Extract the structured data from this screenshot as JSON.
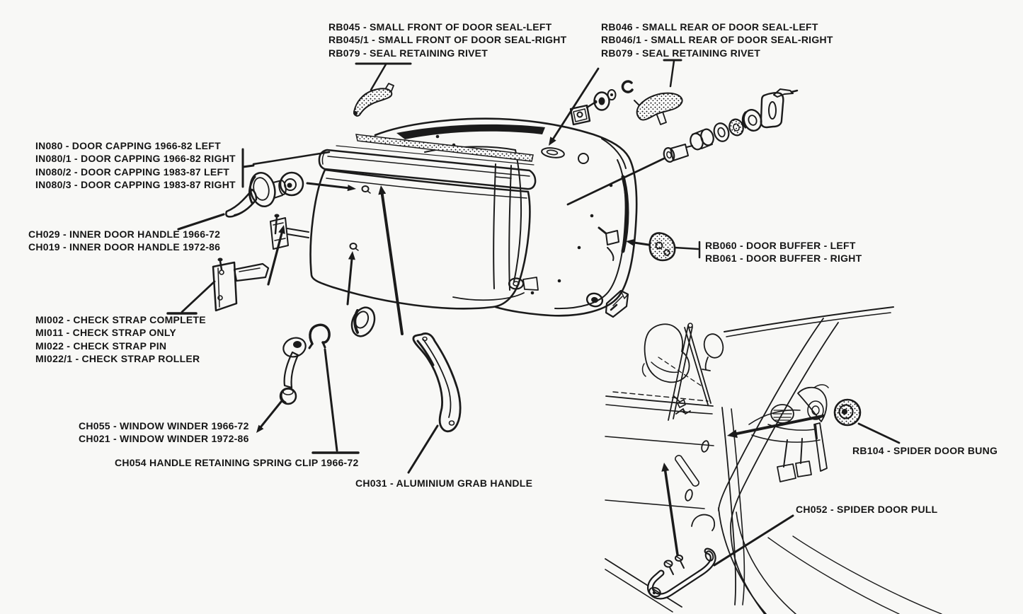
{
  "canvas": {
    "background": "#f8f8f6",
    "ink": "#1b1b1b",
    "description": "Exploded parts diagram of a classic car door assembly with interior view"
  },
  "part_labels": {
    "front_seal": {
      "lines": [
        "RB045 - SMALL FRONT OF DOOR SEAL-LEFT",
        "RB045/1 - SMALL FRONT OF DOOR SEAL-RIGHT",
        "RB079 - SEAL RETAINING RIVET"
      ]
    },
    "rear_seal": {
      "lines": [
        "RB046 - SMALL REAR OF DOOR SEAL-LEFT",
        "RB046/1 - SMALL REAR OF DOOR SEAL-RIGHT",
        "RB079 - SEAL RETAINING RIVET"
      ]
    },
    "door_capping": {
      "lines": [
        "IN080 - DOOR CAPPING 1966-82 LEFT",
        "IN080/1 - DOOR CAPPING 1966-82 RIGHT",
        "IN080/2 - DOOR CAPPING 1983-87 LEFT",
        "IN080/3 - DOOR CAPPING 1983-87 RIGHT"
      ]
    },
    "inner_door_handle": {
      "lines": [
        "CH029 - INNER DOOR HANDLE 1966-72",
        "CH019 - INNER DOOR HANDLE 1972-86"
      ]
    },
    "check_strap": {
      "lines": [
        "MI002 - CHECK STRAP COMPLETE",
        "MI011 - CHECK STRAP ONLY",
        "MI022 - CHECK STRAP PIN",
        "MI022/1 - CHECK STRAP ROLLER"
      ]
    },
    "window_winder": {
      "lines": [
        "CH055 - WINDOW WINDER 1966-72",
        "CH021 - WINDOW WINDER 1972-86"
      ]
    },
    "spring_clip": {
      "lines": [
        "CH054 HANDLE RETAINING SPRING CLIP 1966-72"
      ]
    },
    "grab_handle": {
      "lines": [
        "CH031 - ALUMINIUM GRAB HANDLE"
      ]
    },
    "door_buffer": {
      "lines": [
        "RB060 - DOOR BUFFER - LEFT",
        "RB061 - DOOR BUFFER - RIGHT"
      ]
    },
    "spider_bung": {
      "lines": [
        "RB104 - SPIDER DOOR BUNG"
      ]
    },
    "spider_pull": {
      "lines": [
        "CH052 - SPIDER DOOR PULL"
      ]
    }
  }
}
